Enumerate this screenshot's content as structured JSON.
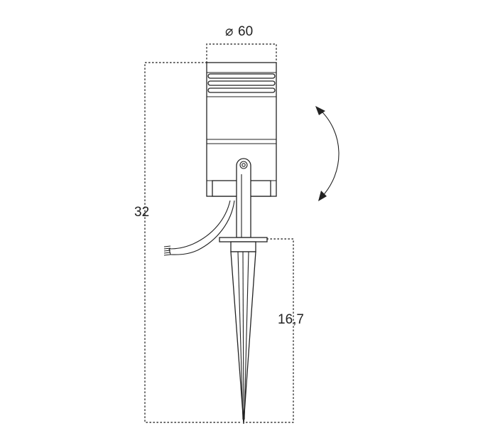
{
  "dimensions": {
    "diameter_symbol": "⌀",
    "diameter_value": "60",
    "total_height": "32",
    "spike_height": "16,7"
  },
  "colors": {
    "line": "#222222",
    "background": "#ffffff"
  },
  "icons": {
    "rotation": "curved-double-arrow-icon"
  }
}
